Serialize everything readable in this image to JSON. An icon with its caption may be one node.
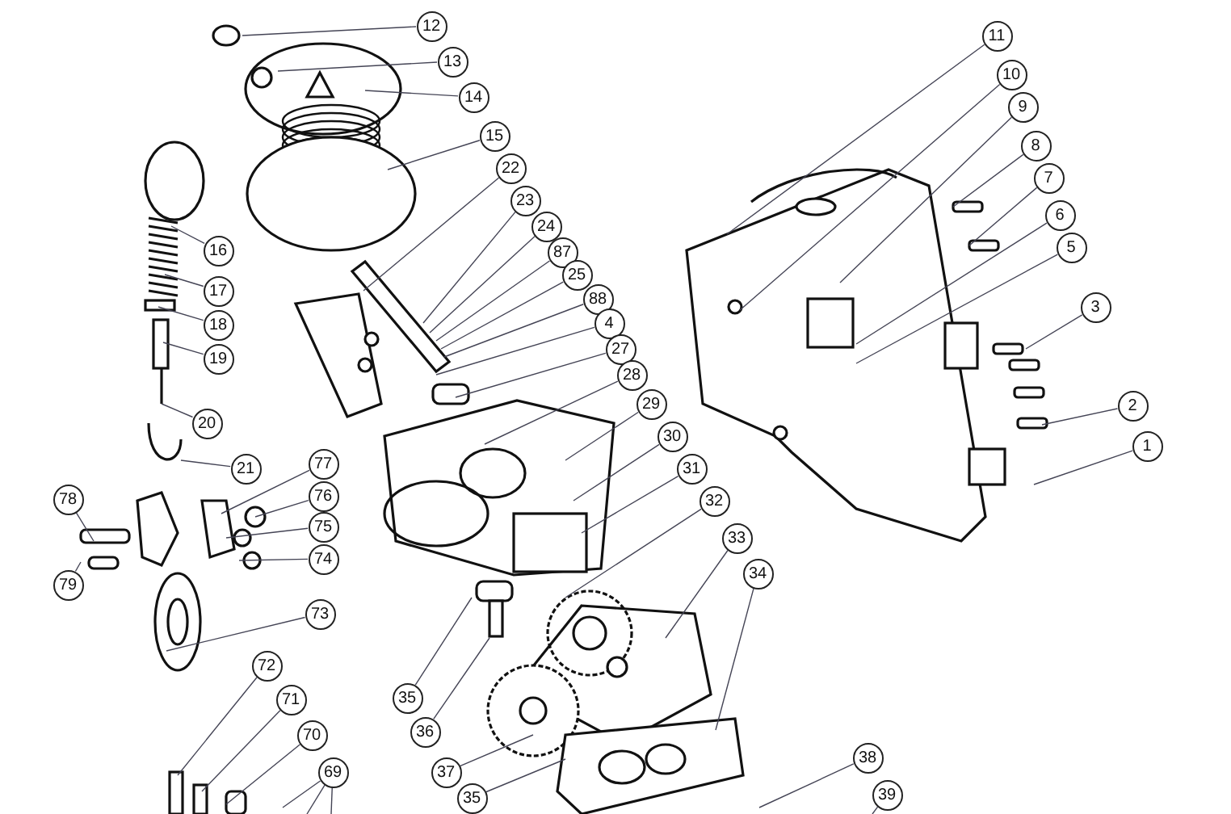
{
  "diagram": {
    "nodes": [
      {
        "text": [
          "12"
        ]
      },
      {
        "text": [
          "13"
        ]
      },
      {
        "text": [
          "14"
        ]
      },
      {
        "text": [
          "15"
        ]
      },
      {
        "text": [
          "22"
        ]
      },
      {
        "text": [
          "23"
        ]
      },
      {
        "text": [
          "24"
        ]
      },
      {
        "text": [
          "87"
        ]
      },
      {
        "text": [
          "25"
        ]
      },
      {
        "text": [
          "88"
        ]
      },
      {
        "text": [
          "4"
        ]
      },
      {
        "text": [
          "27"
        ]
      },
      {
        "text": [
          "28"
        ]
      },
      {
        "text": [
          "29"
        ]
      },
      {
        "text": [
          "30"
        ]
      },
      {
        "text": [
          "31"
        ]
      },
      {
        "text": [
          "32"
        ]
      },
      {
        "text": [
          "33"
        ]
      },
      {
        "text": [
          "34"
        ]
      },
      {
        "text": [
          "38"
        ]
      },
      {
        "text": [
          "39"
        ]
      },
      {
        "text": [
          "11"
        ]
      },
      {
        "text": [
          "10"
        ]
      },
      {
        "text": [
          "9"
        ]
      },
      {
        "text": [
          "8"
        ]
      },
      {
        "text": [
          "7"
        ]
      },
      {
        "text": [
          "6"
        ]
      },
      {
        "text": [
          "5"
        ]
      },
      {
        "text": [
          "3"
        ]
      },
      {
        "text": [
          "2"
        ]
      },
      {
        "text": [
          "1"
        ]
      },
      {
        "text": [
          "16"
        ]
      },
      {
        "text": [
          "17"
        ]
      },
      {
        "text": [
          "18"
        ]
      },
      {
        "text": [
          "19"
        ]
      },
      {
        "text": [
          "20"
        ]
      },
      {
        "text": [
          "21"
        ]
      },
      {
        "text": [
          "77"
        ]
      },
      {
        "text": [
          "76"
        ]
      },
      {
        "text": [
          "75"
        ]
      },
      {
        "text": [
          "74"
        ]
      },
      {
        "text": [
          "73"
        ]
      },
      {
        "text": [
          "78"
        ]
      },
      {
        "text": [
          "79"
        ]
      },
      {
        "text": [
          "72"
        ]
      },
      {
        "text": [
          "71"
        ]
      },
      {
        "text": [
          "70"
        ]
      },
      {
        "text": [
          "69"
        ]
      },
      {
        "text": [
          "35"
        ]
      },
      {
        "text": [
          "36"
        ]
      },
      {
        "text": [
          "37"
        ]
      },
      {
        "text": [
          "35"
        ]
      }
    ],
    "edges": [
      {
        "from": 0,
        "to": null,
        "arrow": "none"
      },
      {
        "from": 1,
        "to": null,
        "arrow": "none"
      },
      {
        "from": 2,
        "to": null,
        "arrow": "none"
      },
      {
        "from": 3,
        "to": null,
        "arrow": "none"
      },
      {
        "from": 4,
        "to": null,
        "arrow": "none"
      },
      {
        "from": 5,
        "to": null,
        "arrow": "none"
      },
      {
        "from": 6,
        "to": null,
        "arrow": "none"
      },
      {
        "from": 7,
        "to": null,
        "arrow": "none"
      },
      {
        "from": 8,
        "to": null,
        "arrow": "none"
      },
      {
        "from": 9,
        "to": null,
        "arrow": "none"
      },
      {
        "from": 10,
        "to": null,
        "arrow": "none"
      },
      {
        "from": 11,
        "to": null,
        "arrow": "none"
      },
      {
        "from": 12,
        "to": null,
        "arrow": "none"
      },
      {
        "from": 13,
        "to": null,
        "arrow": "none"
      },
      {
        "from": 14,
        "to": null,
        "arrow": "none"
      },
      {
        "from": 15,
        "to": null,
        "arrow": "none"
      },
      {
        "from": 16,
        "to": null,
        "arrow": "none"
      },
      {
        "from": 17,
        "to": null,
        "arrow": "none"
      },
      {
        "from": 18,
        "to": null,
        "arrow": "none"
      },
      {
        "from": 19,
        "to": null,
        "arrow": "none"
      },
      {
        "from": 20,
        "to": null,
        "arrow": "none"
      },
      {
        "from": 21,
        "to": null,
        "arrow": "none"
      },
      {
        "from": 22,
        "to": null,
        "arrow": "none"
      },
      {
        "from": 23,
        "to": null,
        "arrow": "none"
      },
      {
        "from": 24,
        "to": null,
        "arrow": "none"
      },
      {
        "from": 25,
        "to": null,
        "arrow": "none"
      },
      {
        "from": 26,
        "to": null,
        "arrow": "none"
      },
      {
        "from": 27,
        "to": null,
        "arrow": "none"
      },
      {
        "from": 28,
        "to": null,
        "arrow": "none"
      },
      {
        "from": 29,
        "to": null,
        "arrow": "none"
      },
      {
        "from": 30,
        "to": null,
        "arrow": "none"
      },
      {
        "from": 31,
        "to": null,
        "arrow": "none"
      },
      {
        "from": 32,
        "to": null,
        "arrow": "none"
      },
      {
        "from": 33,
        "to": null,
        "arrow": "none"
      },
      {
        "from": 34,
        "to": null,
        "arrow": "none"
      },
      {
        "from": 35,
        "to": null,
        "arrow": "none"
      },
      {
        "from": 36,
        "to": null,
        "arrow": "none"
      },
      {
        "from": 37,
        "to": null,
        "arrow": "none"
      },
      {
        "from": 38,
        "to": null,
        "arrow": "none"
      },
      {
        "from": 39,
        "to": null,
        "arrow": "none"
      },
      {
        "from": 40,
        "to": null,
        "arrow": "none"
      },
      {
        "from": 41,
        "to": null,
        "arrow": "none"
      },
      {
        "from": 42,
        "to": null,
        "arrow": "none"
      },
      {
        "from": 43,
        "to": null,
        "arrow": "none"
      },
      {
        "from": 44,
        "to": null,
        "arrow": "none"
      },
      {
        "from": 45,
        "to": null,
        "arrow": "none"
      },
      {
        "from": 46,
        "to": null,
        "arrow": "none"
      },
      {
        "from": 47,
        "to": null,
        "arrow": "none"
      },
      {
        "from": 47,
        "to": null,
        "arrow": "none"
      },
      {
        "from": 47,
        "to": null,
        "arrow": "none"
      },
      {
        "from": 48,
        "to": null,
        "arrow": "none"
      },
      {
        "from": 49,
        "to": null,
        "arrow": "none"
      },
      {
        "from": 50,
        "to": null,
        "arrow": "none"
      },
      {
        "from": 51,
        "to": null,
        "arrow": "none"
      }
    ]
  }
}
